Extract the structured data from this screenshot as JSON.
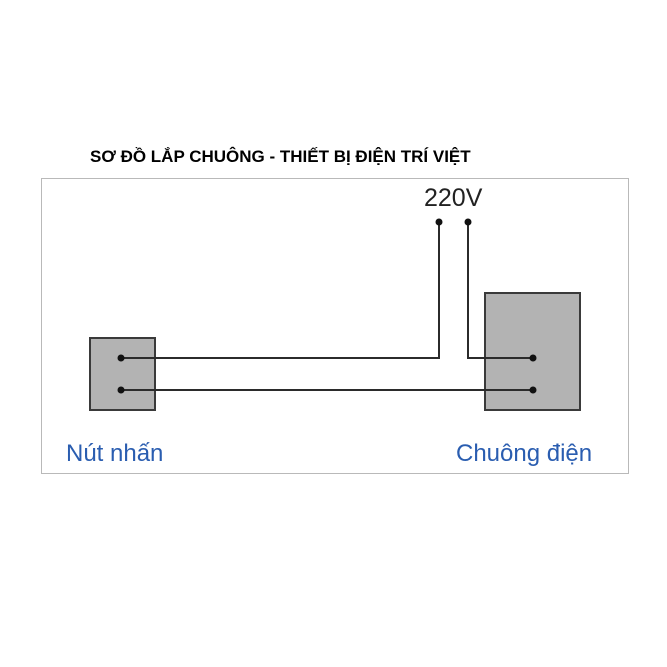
{
  "title": "SƠ ĐỒ LẮP CHUÔNG - THIẾT BỊ ĐIỆN TRÍ VIỆT",
  "supply": {
    "voltage_label": "220V"
  },
  "devices": {
    "push_button": {
      "label": "Nút nhấn"
    },
    "electric_bell": {
      "label": "Chuông điện"
    }
  },
  "colors": {
    "device_fill": "#b3b3b3",
    "device_stroke": "#3a3a3a",
    "wire": "#2b2b2b",
    "label_text": "#2a5db0",
    "frame_border": "#b9b9b9"
  }
}
